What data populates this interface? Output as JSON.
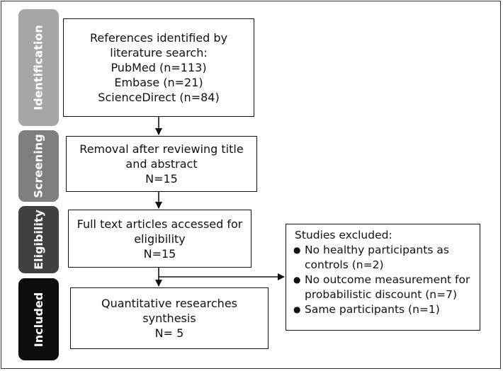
{
  "phases": {
    "identification": "Identification",
    "screening": "Screening",
    "eligibility": "Eligibility",
    "included": "Included"
  },
  "colors": {
    "identification": "#a6a6a6",
    "screening": "#7f7f7f",
    "eligibility": "#404040",
    "included": "#0d0d0d"
  },
  "boxes": {
    "identified": {
      "lines": [
        "References identified by",
        "literature search:",
        "PubMed (n=113)",
        "Embase (n=21)",
        "ScienceDirect (n=84)"
      ]
    },
    "screening": {
      "lines": [
        "Removal after reviewing title",
        "and abstract",
        "N=15"
      ]
    },
    "eligibility": {
      "lines": [
        "Full text articles accessed for",
        "eligibility",
        "N=15"
      ]
    },
    "included": {
      "lines": [
        "Quantitative researches",
        "synthesis",
        "N= 5"
      ]
    }
  },
  "excluded": {
    "title": "Studies excluded:",
    "items": [
      "No healthy participants as controls (n=2)",
      "No outcome measurement for probabilistic discount (n=7)",
      "Same participants (n=1)"
    ]
  }
}
